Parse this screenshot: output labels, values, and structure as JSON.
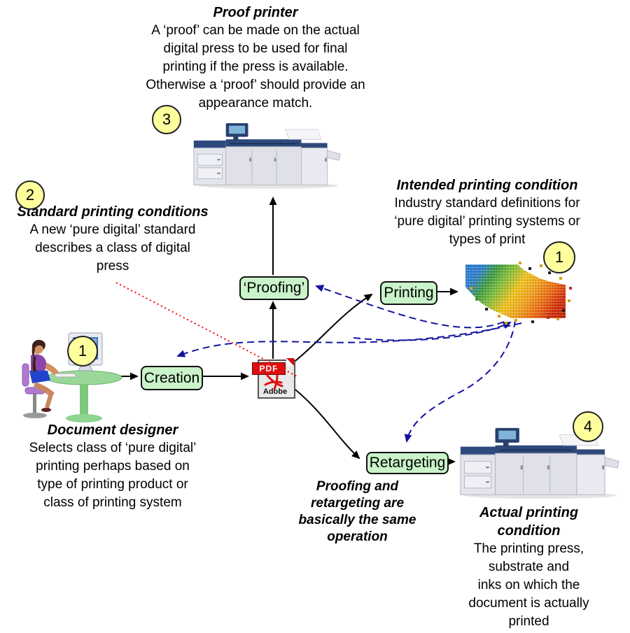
{
  "blocks": {
    "proof_printer": {
      "title": "Proof printer",
      "lines": [
        "A ‘proof’ can be made on the actual",
        "digital press to be used for final",
        "printing if the press is available.",
        "Otherwise a ‘proof’ should provide an",
        "appearance match."
      ]
    },
    "standard": {
      "title": "Standard printing conditions",
      "lines": [
        "A new ‘pure digital’ standard",
        "describes a class of digital",
        "press"
      ]
    },
    "intended": {
      "title": "Intended printing condition",
      "lines": [
        "Industry standard definitions for",
        "‘pure digital’ printing systems or",
        "types of print"
      ]
    },
    "designer": {
      "title": "Document designer",
      "lines": [
        "Selects class of ‘pure digital’",
        "printing perhaps based on",
        "type of printing product or",
        "class of printing system"
      ]
    },
    "same_operation": {
      "lines": [
        "Proofing and",
        "retargeting are",
        "basically the same",
        "operation"
      ]
    },
    "actual": {
      "title_lines": [
        "Actual printing",
        "condition"
      ],
      "lines": [
        "The printing press,",
        "substrate and",
        "inks on which the",
        "document is actually",
        "printed"
      ]
    }
  },
  "badges": {
    "one_designer": "1",
    "two": "2",
    "three": "3",
    "one_intended": "1",
    "four": "4"
  },
  "boxes": {
    "creation": "Creation",
    "proofing": "‘Proofing’",
    "printing": "Printing",
    "retargeting": "Retargeting"
  },
  "pdf_icon": {
    "banner": "PDF",
    "brand": "Adobe"
  },
  "colors": {
    "node_fill": "#c9f3c9",
    "badge_fill": "#ffff9e",
    "flow_solid": "#000000",
    "flow_dashed": "#1414a0",
    "flow_dotted": "#ff0000"
  }
}
